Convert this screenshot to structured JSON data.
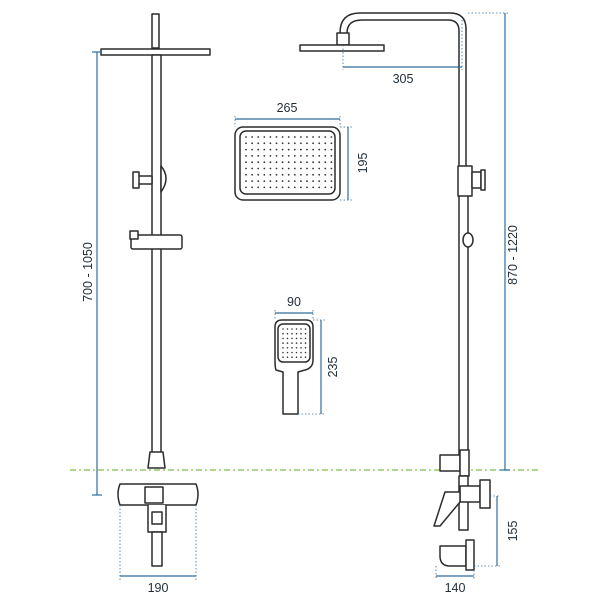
{
  "dimensions": {
    "left_height": "700 - 1050",
    "right_height": "870 - 1220",
    "arm_reach": "305",
    "head_width": "265",
    "head_depth": "195",
    "hand_width": "90",
    "hand_length": "235",
    "mixer_width": "190",
    "spout_depth": "140",
    "spout_height": "155"
  },
  "colors": {
    "outline": "#2b2b2b",
    "dimension": "#2e6d9e",
    "floor_line": "#7fbf4d"
  }
}
